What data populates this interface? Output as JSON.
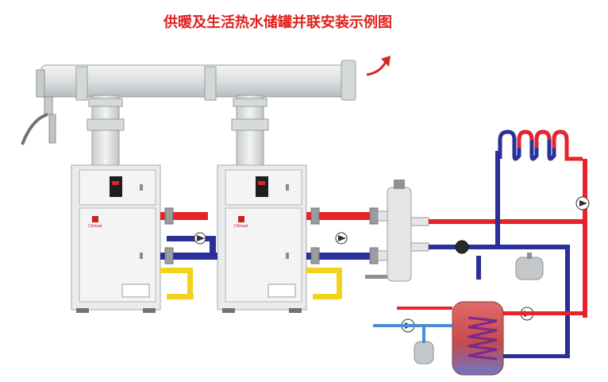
{
  "title": "供暖及生活热水储罐并联安装示例图",
  "colors": {
    "supply": "#e8242a",
    "return": "#2a2f9a",
    "gas": "#f2d21a",
    "cabinet": "#ebebeb",
    "flue": "#e4e6e6",
    "tank": "#c74a4a",
    "title": "#e0201c"
  },
  "boilers": [
    {
      "brand": "Chinaat"
    },
    {
      "brand": "Chinaat"
    }
  ],
  "icons": [
    "exhaust-arrow-icon",
    "pump-icon",
    "valve-icon",
    "expansion-tank-icon"
  ]
}
